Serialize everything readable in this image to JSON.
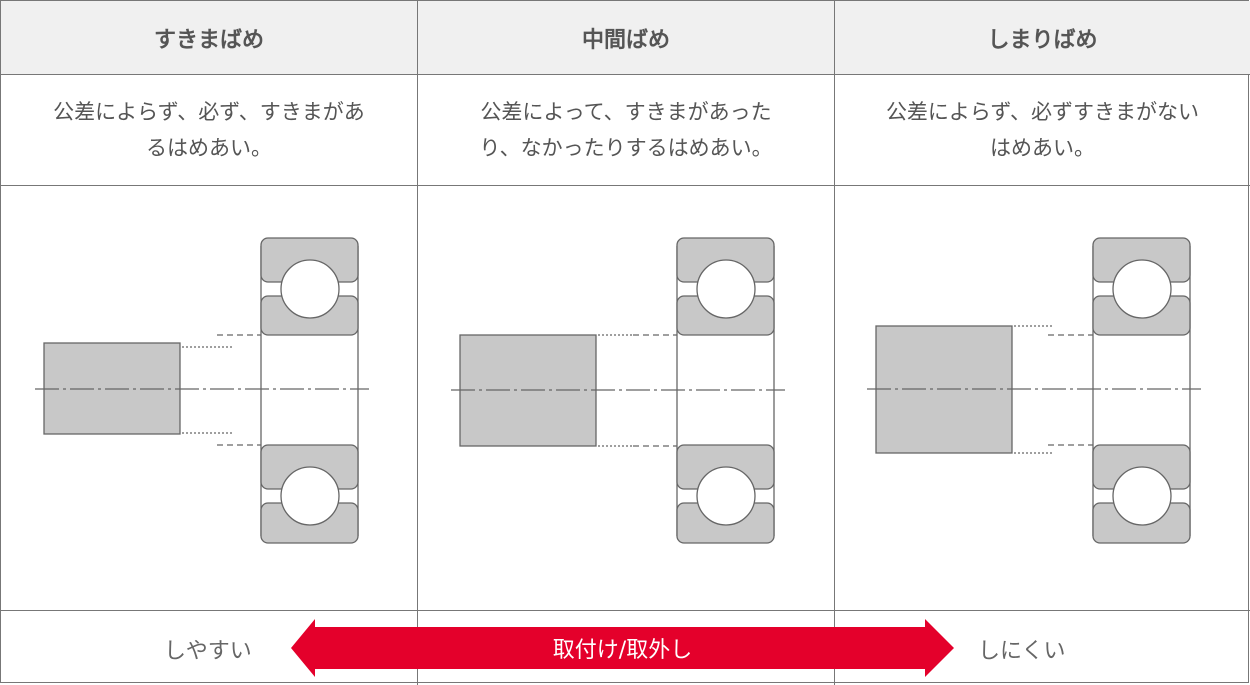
{
  "columns": [
    {
      "title": "すきまばめ",
      "description": "公差によらず、必ず、すきまがあるはめあい。",
      "description_lines": [
        "公差によらず、必ず、すきまがあ",
        "るはめあい。"
      ],
      "figure": "clearance-fit-diagram"
    },
    {
      "title": "中間ばめ",
      "description": "公差によって、すきまがあったり、なかったりするはめあい。",
      "description_lines": [
        "公差によって、すきまがあった",
        "り、なかったりするはめあい。"
      ],
      "figure": "transition-fit-diagram"
    },
    {
      "title": "しまりばめ",
      "description": "公差によらず、必ずすきまがないはめあい。",
      "description_lines": [
        "公差によらず、必ずすきまがない",
        "はめあい。"
      ],
      "figure": "interference-fit-diagram"
    }
  ],
  "footer": {
    "left_label": "しやすい",
    "arrow_label": "取付け/取外し",
    "right_label": "しにくい"
  },
  "colors": {
    "arrow": "#e4002b",
    "header_bg": "#f0f0f0",
    "part_fill": "#c8c8c8",
    "border": "#777777",
    "text": "#555555"
  }
}
